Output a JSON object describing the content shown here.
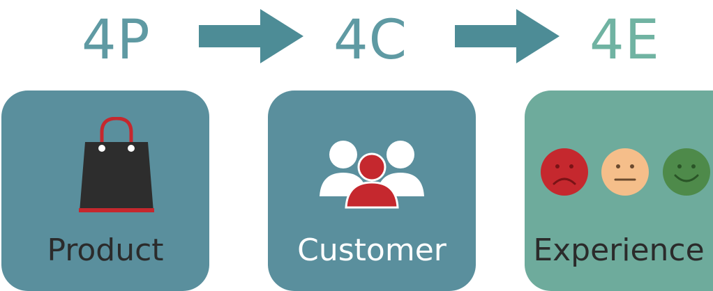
{
  "colors": {
    "teal": "#4d8c96",
    "teal_card": "#5a8f9d",
    "mint": "#6eab9c",
    "heading_4p": "#5f9aa3",
    "heading_4c": "#5f9aa3",
    "heading_4e": "#70b3a2",
    "label_dark": "#2b2b2b",
    "label_light": "#ffffff",
    "red": "#c5282e",
    "bag_black": "#2d2d2d",
    "face_sad": "#c5282e",
    "face_neutral": "#f5be8a",
    "face_happy": "#4e8a4a"
  },
  "headings": {
    "first": "4P",
    "second": "4C",
    "third": "4E"
  },
  "arrow_icon": "right-arrow",
  "cards": [
    {
      "label": "Product",
      "icon": "shopping-bag-icon"
    },
    {
      "label": "Customer",
      "icon": "users-group-icon"
    },
    {
      "label": "Experience",
      "icon": "emotion-faces-icon",
      "faces": [
        "sad",
        "neutral",
        "happy"
      ]
    }
  ]
}
